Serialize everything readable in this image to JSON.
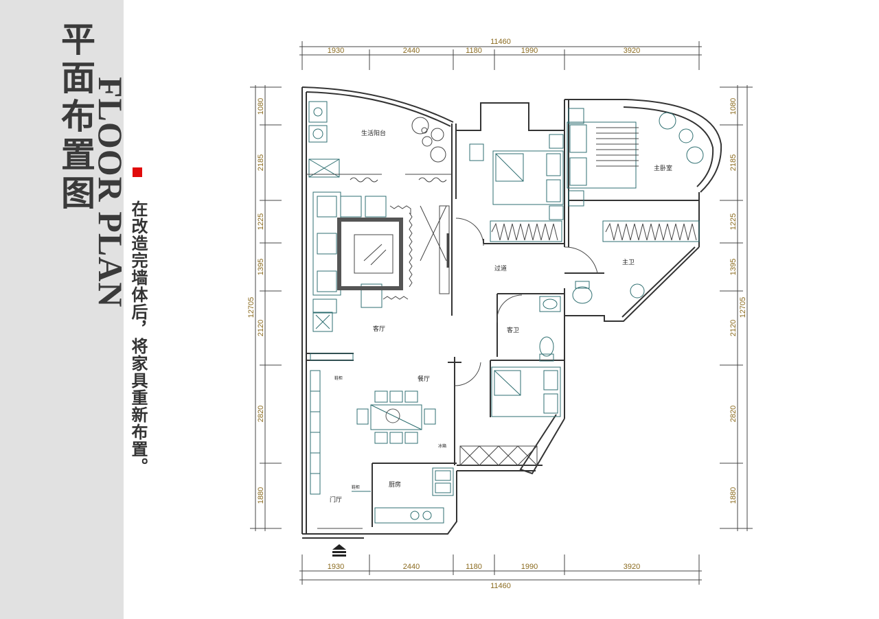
{
  "title_cn": "平面布置图",
  "title_en": "FLOOR PLAN",
  "description": "在改造完墙体后，将家具重新布置。",
  "colors": {
    "sidebar": "#e1e1e1",
    "accent": "#e10b0b",
    "dimension": "#8a6a1e",
    "furniture": "#2d6e70"
  },
  "dims": {
    "total_width": "11460",
    "top_segments": [
      "1930",
      "2440",
      "1180",
      "1990",
      "3920"
    ],
    "bottom_segments": [
      "1930",
      "2440",
      "1180",
      "1990",
      "3920"
    ],
    "total_height": "12705",
    "left_segments": [
      "1080",
      "2185",
      "1225",
      "1395",
      "2120",
      "2820",
      "1880"
    ],
    "right_segments": [
      "1080",
      "2185",
      "1225",
      "1395",
      "2120",
      "2820",
      "1880"
    ]
  },
  "rooms": {
    "balcony": "生活阳台",
    "master_bedroom": "主卧室",
    "master_bath": "主卫",
    "corridor": "过道",
    "living_room": "客厅",
    "guest_bath": "客卫",
    "dining_room": "餐厅",
    "fridge": "冰箱",
    "kitchen": "厨房",
    "foyer": "门厅",
    "shoe_cabinet": "鞋柜",
    "cabinet_note": "鞋柜"
  },
  "entrance_icon": "entrance-arrow-icon"
}
